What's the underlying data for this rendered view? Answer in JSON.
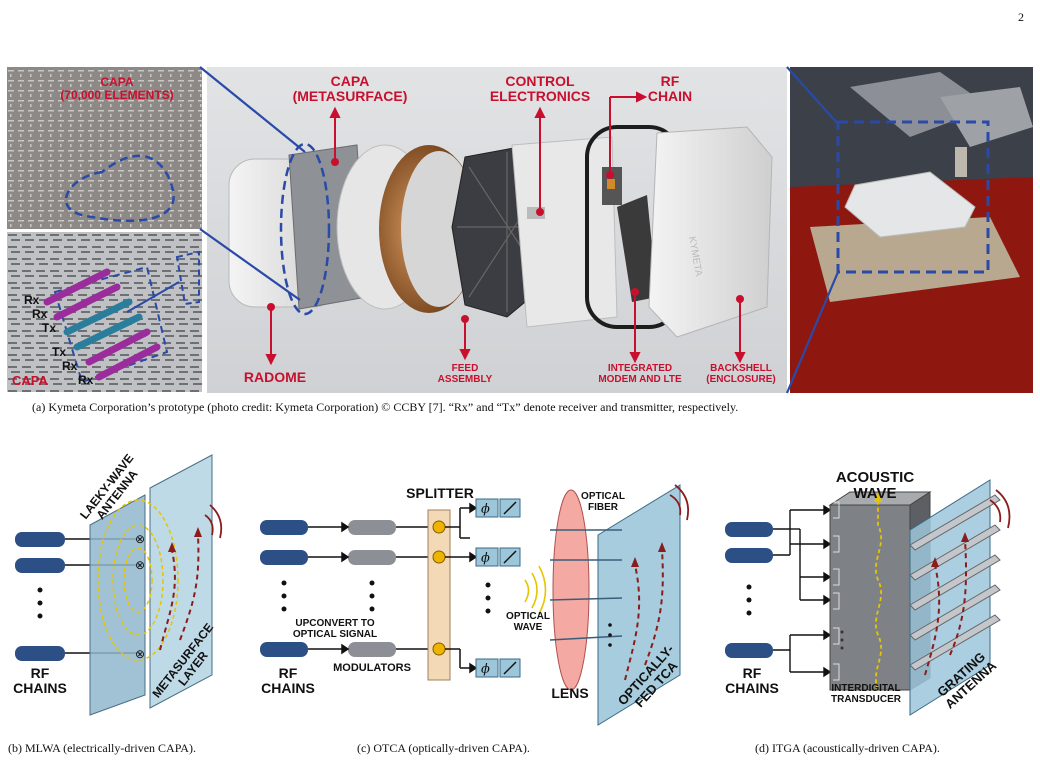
{
  "page_number": "2",
  "figure_a": {
    "inset_top_label": "CAPA\n(70,000 ELEMENTS)",
    "inset_bottom_label": "CAPA",
    "rx_tx": [
      "Rx",
      "Rx",
      "Tx",
      "Tx",
      "Rx",
      "Rx"
    ],
    "labels": {
      "capa_meta": "CAPA\n(METASURFACE)",
      "control": "CONTROL\nELECTRONICS",
      "rf_chain": "RF\nCHAIN",
      "radome": "RADOME",
      "feed": "FEED\nASSEMBLY",
      "modem": "INTEGRATED\nMODEM AND LTE",
      "backshell": "BACKSHELL\n(ENCLOSURE)"
    },
    "caption": "(a) Kymeta Corporation’s prototype (photo credit: Kymeta Corporation) © CCBY [7]. “Rx” and “Tx” denote receiver and transmitter, respectively."
  },
  "figure_b": {
    "antenna_label": "LAEKY-WAVE\nANTENNA",
    "metasurface_label": "METASURFACE\nLAYER",
    "rf_label": "RF\nCHAINS",
    "caption": "(b) MLWA (electrically-driven CAPA)."
  },
  "figure_c": {
    "splitter": "SPLITTER",
    "upconvert": "UPCONVERT TO\nOPTICAL SIGNAL",
    "modulators": "MODULATORS",
    "rf_label": "RF\nCHAINS",
    "optical_fiber": "OPTICAL\nFIBER",
    "optical_wave": "OPTICAL\nWAVE",
    "lens": "LENS",
    "tca": "OPTICALLY-\nFED TCA",
    "phi": "ϕ",
    "caption": "(c) OTCA (optically-driven CAPA)."
  },
  "figure_d": {
    "acoustic": "ACOUSTIC\nWAVE",
    "idt": "INTERDIGITAL\nTRANSDUCER",
    "grating": "GRATING\nANTENNA",
    "rf_label": "RF\nCHAINS",
    "caption": "(d) ITGA (acoustically-driven CAPA)."
  },
  "colors": {
    "accent_red": "#c8102e",
    "accent_blue": "#2a4aa8",
    "panel_blue": "#9cc6da"
  }
}
